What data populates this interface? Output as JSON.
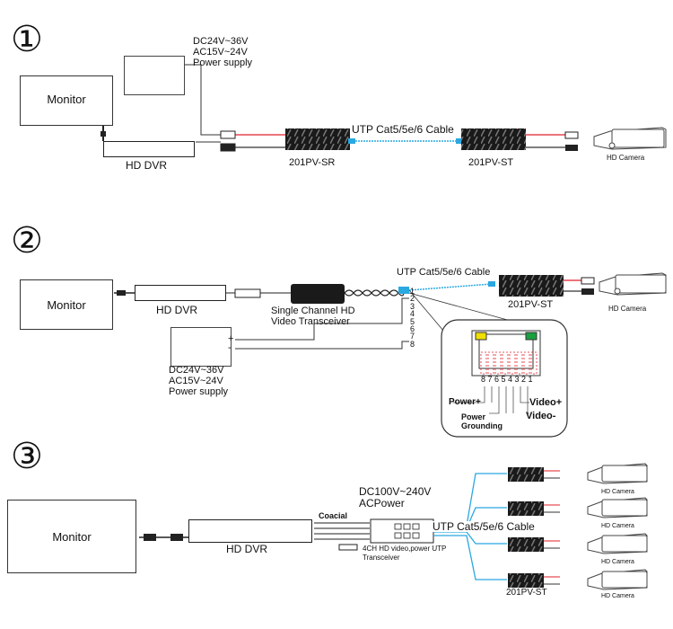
{
  "step_numbers": [
    "①",
    "②",
    "③"
  ],
  "section1": {
    "monitor": "Monitor",
    "dvr": "HD  DVR",
    "psu_lines": [
      "DC24V~36V",
      "AC15V~24V",
      "Power  supply"
    ],
    "cable": "UTP Cat5/5e/6 Cable",
    "receiver": "201PV-SR",
    "transmitter": "201PV-ST",
    "camera": "HD  Camera"
  },
  "section2": {
    "monitor": "Monitor",
    "dvr": "HD  DVR",
    "transceiver_lines": [
      "Single Channel HD",
      "Video Transceiver"
    ],
    "cable": "UTP Cat5/5e/6 Cable",
    "transmitter": "201PV-ST",
    "camera": "HD  Camera",
    "psu_lines": [
      "DC24V~36V",
      "AC15V~24V",
      "Power  supply"
    ],
    "pin_numbers": [
      "1",
      "2",
      "3",
      "4",
      "5",
      "6",
      "7",
      "8"
    ],
    "plus": "+",
    "minus": "-",
    "jack_pins": "8 7 6 5 4 3 2 1",
    "power_plus": "Power+",
    "power_grounding_lines": [
      "Power",
      "Grounding"
    ],
    "video_plus": "Video+",
    "video_minus": "Video-"
  },
  "section3": {
    "monitor": "Monitor",
    "dvr": "HD  DVR",
    "coaxial": "Coacial",
    "power_lines": [
      "DC100V~240V",
      "ACPower"
    ],
    "cable": "UTP Cat5/5e/6 Cable",
    "hub_lines": [
      "4CH HD video,power UTP",
      "Transceiver"
    ],
    "transmitter": "201PV-ST",
    "cameras": [
      "HD  Camera",
      "HD  Camera",
      "HD  Camera",
      "HD  Camera"
    ]
  },
  "colors": {
    "power_wire": "#e0202a",
    "utp_wire": "#2aa8e0",
    "device_dark": "#1a1a1a",
    "rj45_yellow": "#f0e000",
    "rj45_green": "#1aa040"
  }
}
